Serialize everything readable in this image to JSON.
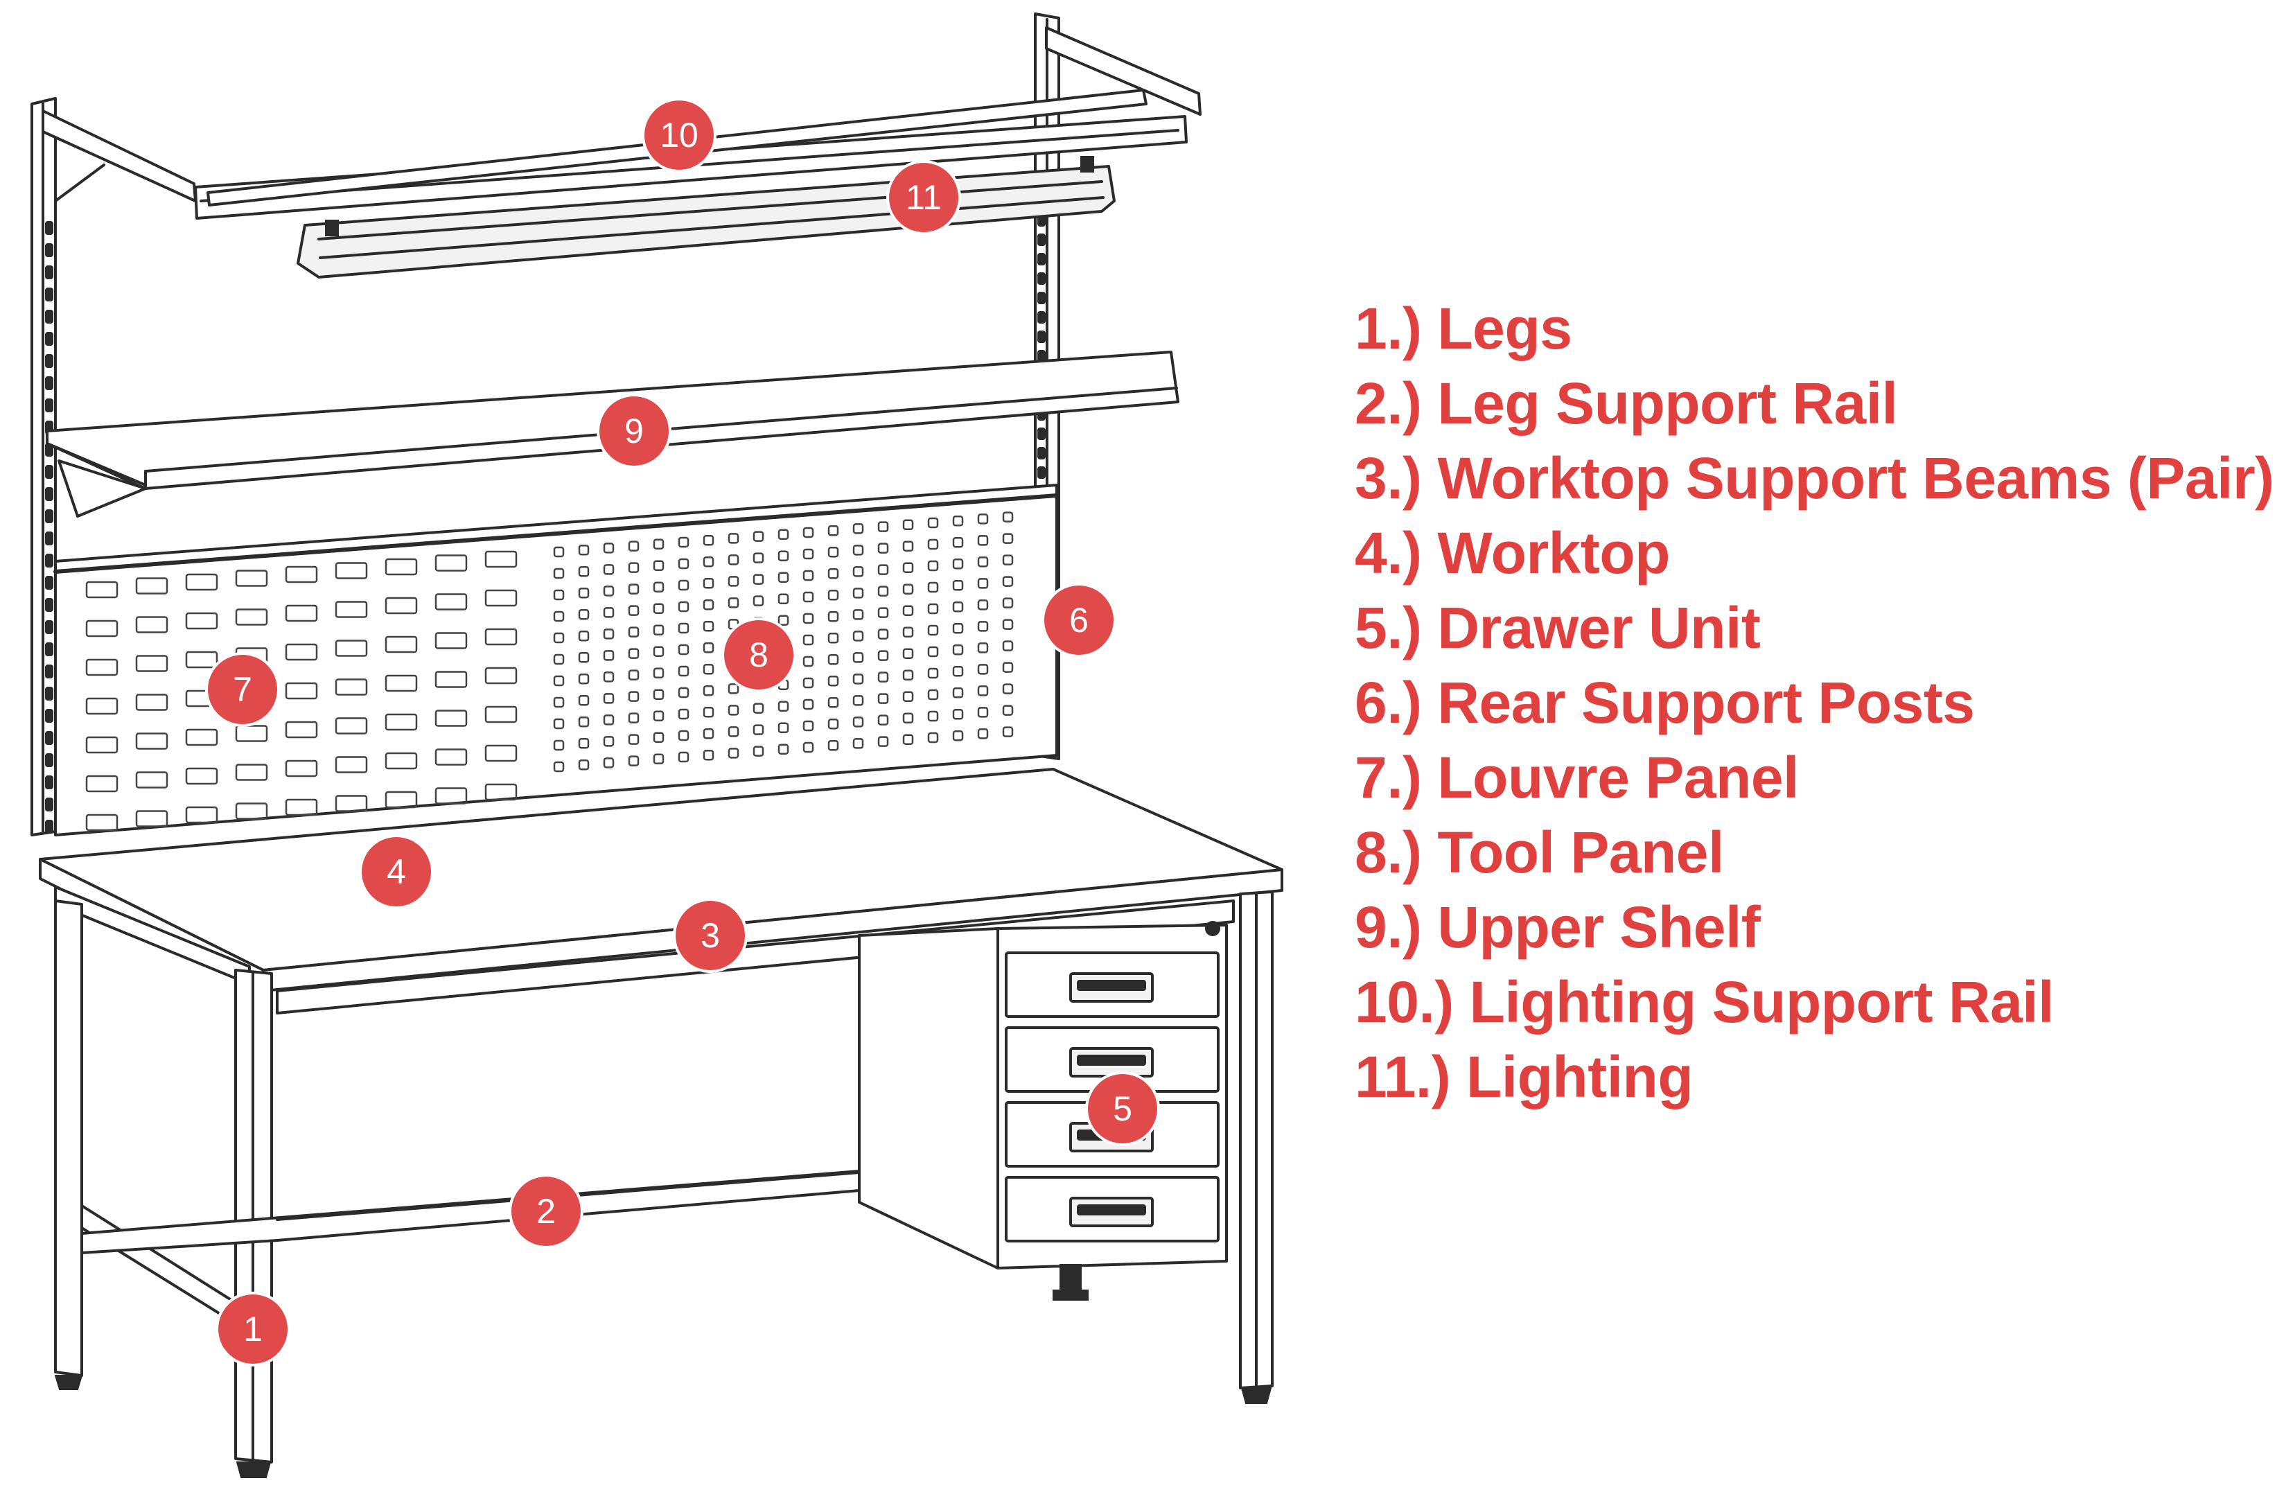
{
  "markers": [
    {
      "number": "1"
    },
    {
      "number": "2"
    },
    {
      "number": "3"
    },
    {
      "number": "4"
    },
    {
      "number": "5"
    },
    {
      "number": "6"
    },
    {
      "number": "7"
    },
    {
      "number": "8"
    },
    {
      "number": "9"
    },
    {
      "number": "10"
    },
    {
      "number": "11"
    }
  ],
  "legend": [
    "1.) Legs",
    "2.) Leg Support Rail",
    "3.) Worktop Support Beams (Pair)",
    "4.) Worktop",
    "5.) Drawer Unit",
    "6.) Rear Support Posts",
    "7.) Louvre Panel",
    "8.) Tool Panel",
    "9.) Upper Shelf",
    "10.) Lighting Support Rail",
    "11.) Lighting"
  ],
  "colors": {
    "marker": "#e04a4a",
    "legend_text": "#e0413f",
    "linework": "#2b2b2b"
  }
}
